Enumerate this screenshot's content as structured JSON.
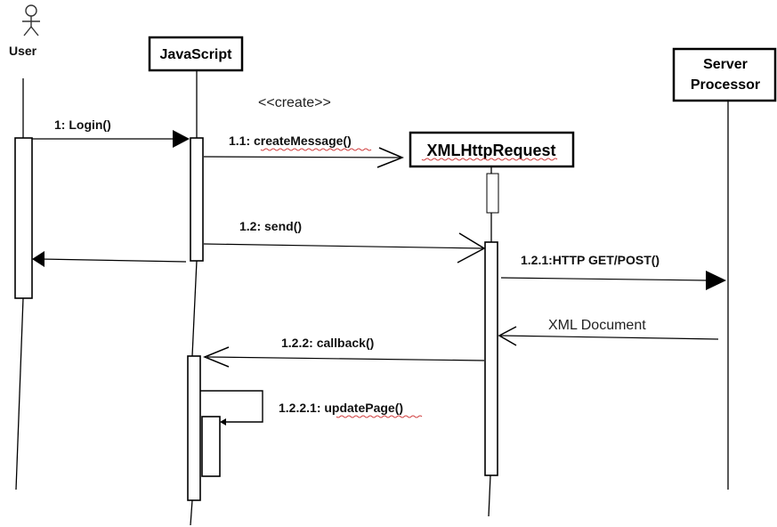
{
  "diagram": {
    "actor": {
      "label": "User"
    },
    "objects": {
      "javascript": "JavaScript",
      "xhr": "XMLHttpRequest",
      "server_line1": "Server",
      "server_line2": "Processor"
    },
    "stereotype": "<<create>>",
    "messages": {
      "login": "1: Login()",
      "create_message": "1.1: createMessage()",
      "send": "1.2: send()",
      "http": "1.2.1:HTTP GET/POST()",
      "xml_doc": "XML Document",
      "callback": "1.2.2: callback()",
      "update_page": "1.2.2.1: updatePage()"
    }
  }
}
